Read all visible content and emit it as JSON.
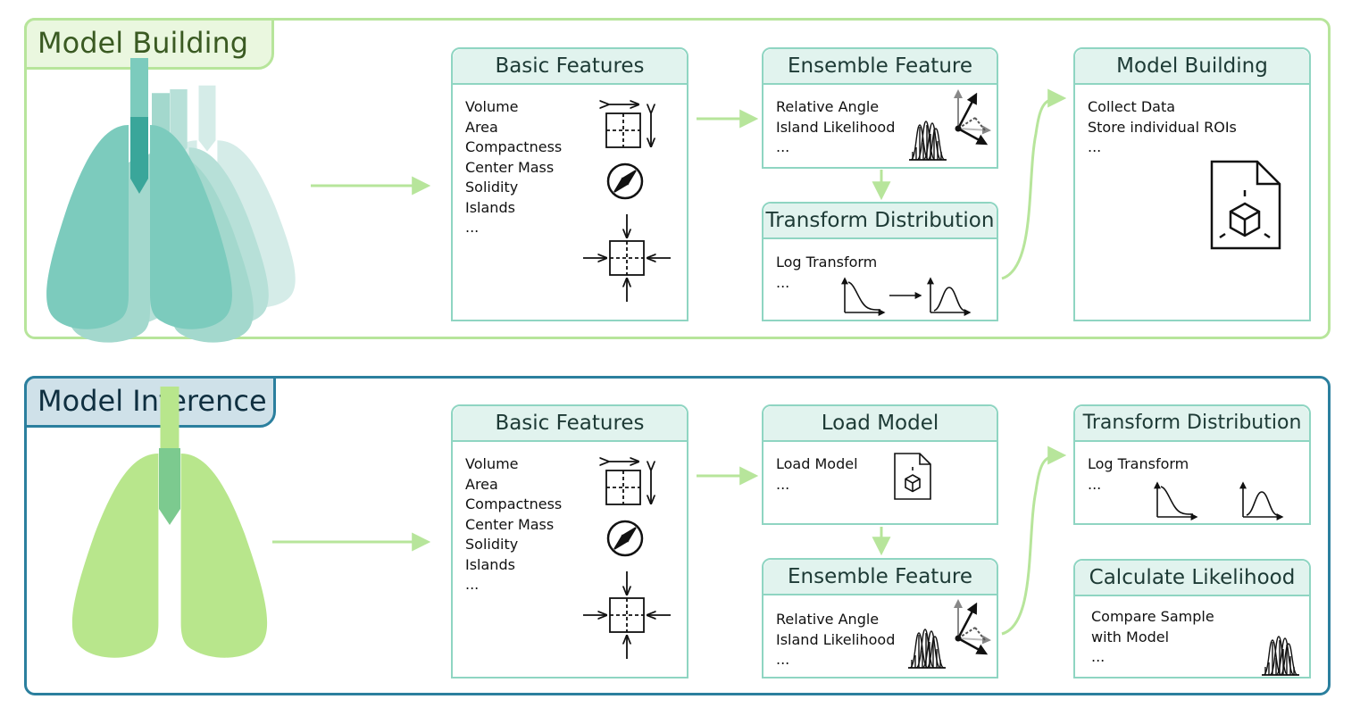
{
  "colors": {
    "light_green": "#b7e59b",
    "teal_box_border": "#8fd5c2",
    "box_header_bg": "#e1f3ee",
    "inference_blue": "#2b7f9e"
  },
  "top_panel": {
    "title": "Model Building",
    "basic_features": {
      "title": "Basic Features",
      "items": [
        "Volume",
        "Area",
        "Compactness",
        "Center Mass",
        "Solidity",
        "Islands",
        "..."
      ]
    },
    "ensemble_feature": {
      "title": "Ensemble Feature",
      "items": [
        "Relative Angle",
        "Island Likelihood",
        "..."
      ]
    },
    "transform_distribution": {
      "title": "Transform Distribution",
      "items": [
        "Log Transform",
        "..."
      ]
    },
    "model_building": {
      "title": "Model Building",
      "items": [
        "Collect Data",
        "Store individual ROIs",
        "..."
      ]
    }
  },
  "bottom_panel": {
    "title": "Model Inference",
    "basic_features": {
      "title": "Basic Features",
      "items": [
        "Volume",
        "Area",
        "Compactness",
        "Center Mass",
        "Solidity",
        "Islands",
        "..."
      ]
    },
    "load_model": {
      "title": "Load Model",
      "items": [
        "Load Model",
        "..."
      ]
    },
    "ensemble_feature": {
      "title": "Ensemble Feature",
      "items": [
        "Relative Angle",
        "Island Likelihood",
        "..."
      ]
    },
    "transform_distribution": {
      "title": "Transform Distribution",
      "items": [
        "Log Transform",
        "..."
      ]
    },
    "calculate_likelihood": {
      "title": "Calculate Likelihood",
      "items": [
        "Compare Sample",
        "with Model",
        "..."
      ]
    }
  },
  "icons": [
    "lungs-stack-icon",
    "lungs-icon",
    "extent-icon",
    "compass-icon",
    "center-mass-icon",
    "gaussian-mixture-icon",
    "angle-axes-icon",
    "decay-curve-icon",
    "bell-curve-icon",
    "model-file-icon",
    "flow-arrow-icon"
  ]
}
